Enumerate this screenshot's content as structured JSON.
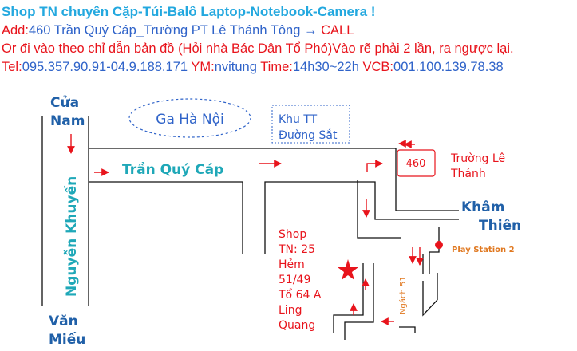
{
  "header": {
    "line1": "Shop TN chuyên Cặp-Túi-Balô Laptop-Notebook-Camera !",
    "line2": {
      "add_label": "Add:",
      "address": "460 Trần Quý Cáp_Trường PT Lê Thánh Tông",
      "arrow": "→",
      "call": "CALL"
    },
    "line3": "Or đi vào theo chỉ dẫn bản đồ (Hỏi nhà Bác Dân Tổ Phó)Vào rẽ phải 2 lần, ra ngược lại.",
    "line4": {
      "tel_label": "Tel:",
      "tel_value": "095.357.90.91-04.9.188.171",
      "ym_label": "YM:",
      "ym_value": "nvitung",
      "time_label": "Time:",
      "time_value": "14h30~22h",
      "vcb_label": "VCB:",
      "vcb_value": "001.100.139.78.38"
    }
  },
  "map": {
    "cua_nam_1": "Cửa",
    "cua_nam_2": "Nam",
    "ga_ha_noi": "Ga Hà Nội",
    "khu_tt_1": "Khu TT",
    "khu_tt_2": "Đường Sắt",
    "tran_quy_cap": "Trần Quý Cáp",
    "nguyen_khuyen": "Nguyễn Khuyến",
    "house_number": "460",
    "truong_le_1": "Trường Lê",
    "truong_le_2": "Thánh",
    "kham_thien_1": "Khâm",
    "kham_thien_2": "Thiên",
    "play_station": "Play Station 2",
    "shop_lines": [
      "Shop",
      "TN: 25",
      "Hẻm",
      "51/49",
      "Tổ 64 A",
      "Ling",
      "Quang"
    ],
    "ngach": "Ngách 51",
    "van_mieu_1": "Văn",
    "van_mieu_2": "Miếu"
  },
  "colors": {
    "title_blue": "#23a8df",
    "red": "#e8141c",
    "blue": "#2f63c9",
    "street_green": "#1fa8b8",
    "label_dark_blue": "#2060a8",
    "orange": "#e07820"
  }
}
